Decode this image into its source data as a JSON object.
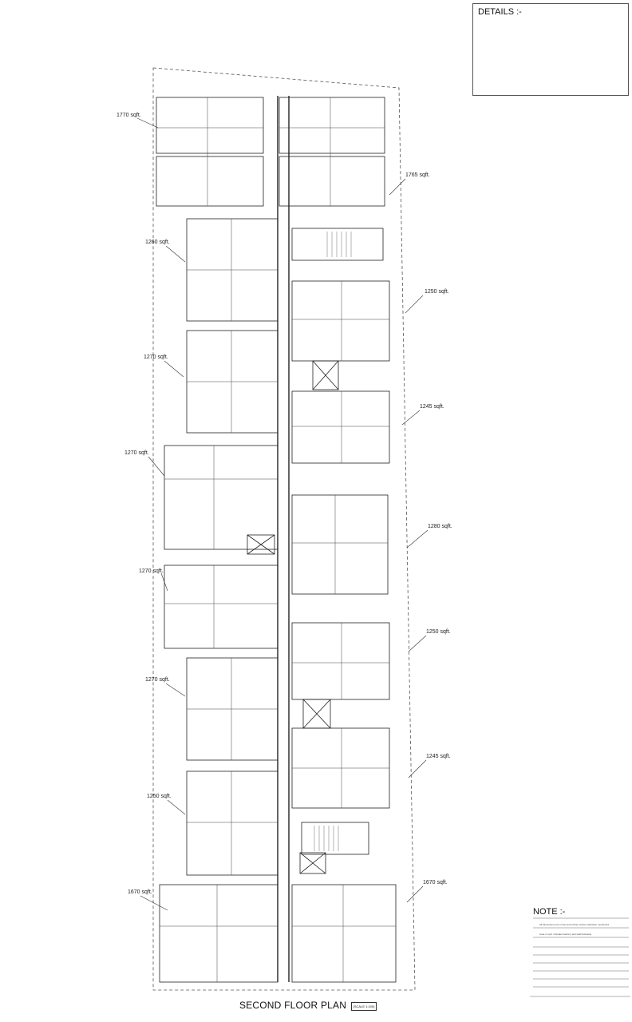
{
  "details": {
    "title": "DETAILS :-"
  },
  "note": {
    "title": "NOTE :-",
    "lines": [
      "All dimensions are in feet and inches unless otherwise mentioned.",
      "Area in sq.ft. includes balcony and wall thickness."
    ]
  },
  "plan": {
    "title": "SECOND FLOOR PLAN",
    "scale": "(SCALE 1:100)"
  },
  "area_labels": [
    "1770 sqft.",
    "1765 sqft.",
    "1260 sqft.",
    "1250 sqft.",
    "1270 sqft.",
    "1245 sqft.",
    "1270 sqft.",
    "1280 sqft.",
    "1270 sqft.",
    "1250 sqft.",
    "1270 sqft.",
    "1245 sqft.",
    "1250 sqft.",
    "1670 sqft.",
    "1670 sqft."
  ]
}
